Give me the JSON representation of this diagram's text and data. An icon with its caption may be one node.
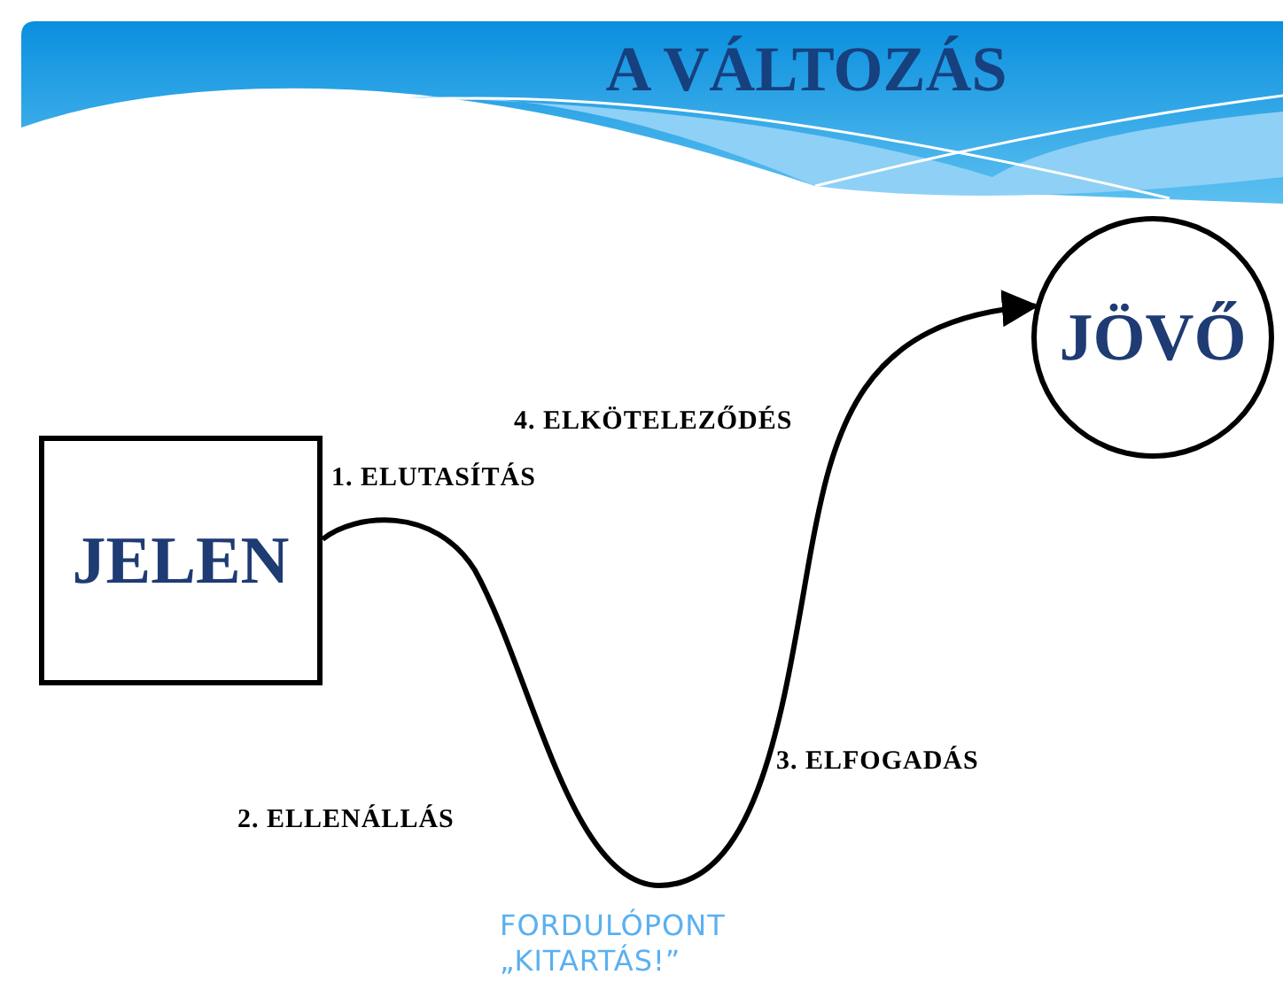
{
  "diagram": {
    "title": "A VÁLTOZÁS",
    "nodes": [
      {
        "text": [
          "JELEN"
        ]
      },
      {
        "text": [
          "JÖVŐ"
        ]
      }
    ],
    "edges": [
      {
        "from": 0,
        "to": 1,
        "arrow": "to"
      }
    ],
    "labels": [
      "1. ELUTASÍTÁS",
      "4. ELKÖTELEZŐDÉS",
      "2. ELLENÁLLÁS",
      "3. ELFOGADÁS",
      "FORDULÓPONT „KITARTÁS!”"
    ]
  }
}
